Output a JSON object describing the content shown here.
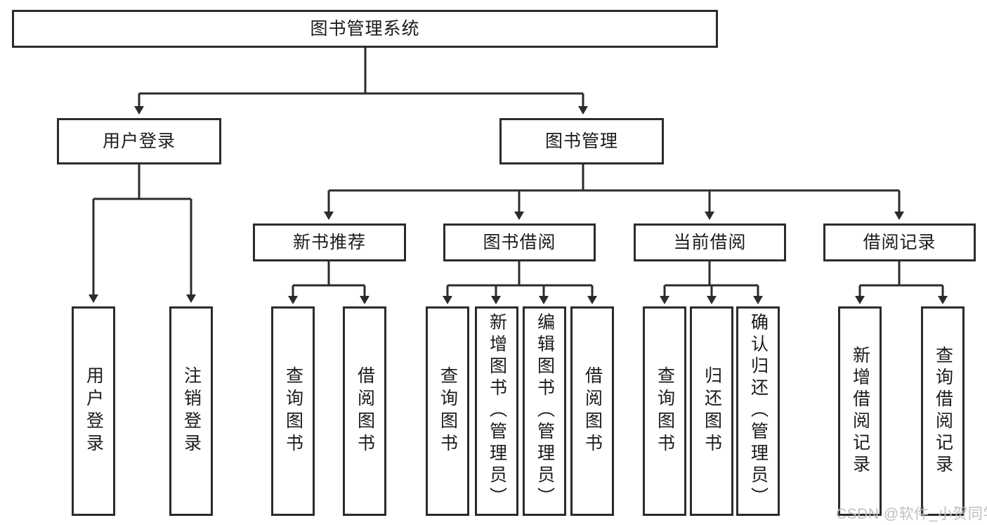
{
  "diagram": {
    "title_node": {
      "label": "图书管理系统"
    },
    "level2": [
      {
        "id": "user-login",
        "label": "用户登录"
      },
      {
        "id": "book-manage",
        "label": "图书管理"
      }
    ],
    "level3": [
      {
        "id": "new-book-recommend",
        "label": "新书推荐"
      },
      {
        "id": "book-borrow",
        "label": "图书借阅"
      },
      {
        "id": "current-borrow",
        "label": "当前借阅"
      },
      {
        "id": "borrow-record",
        "label": "借阅记录"
      }
    ],
    "leaves": {
      "user_login": [
        {
          "id": "leaf-user-login",
          "label": "用户登录"
        },
        {
          "id": "leaf-logout-login",
          "label": "注销登录"
        }
      ],
      "new_book_recommend": [
        {
          "id": "leaf-query-book-1",
          "label": "查询图书"
        },
        {
          "id": "leaf-borrow-book-1",
          "label": "借阅图书"
        }
      ],
      "book_borrow": [
        {
          "id": "leaf-query-book-2",
          "label": "查询图书"
        },
        {
          "id": "leaf-add-book",
          "label": "新增图书（管理员）"
        },
        {
          "id": "leaf-edit-book",
          "label": "编辑图书（管理员）"
        },
        {
          "id": "leaf-borrow-book-2",
          "label": "借阅图书"
        }
      ],
      "current_borrow": [
        {
          "id": "leaf-query-book-3",
          "label": "查询图书"
        },
        {
          "id": "leaf-return-book",
          "label": "归还图书"
        },
        {
          "id": "leaf-confirm-return",
          "label": "确认归还（管理员）"
        }
      ],
      "borrow_record": [
        {
          "id": "leaf-add-borrow-record",
          "label": "新增借阅记录"
        },
        {
          "id": "leaf-query-borrow-record",
          "label": "查询借阅记录"
        }
      ]
    }
  },
  "watermark": {
    "text": "CSDN @软件_小贺同学"
  },
  "colors": {
    "stroke": "#2b2b2b",
    "background": "#ffffff",
    "text": "#1b1b1b",
    "watermark": "#bfbfbf"
  }
}
